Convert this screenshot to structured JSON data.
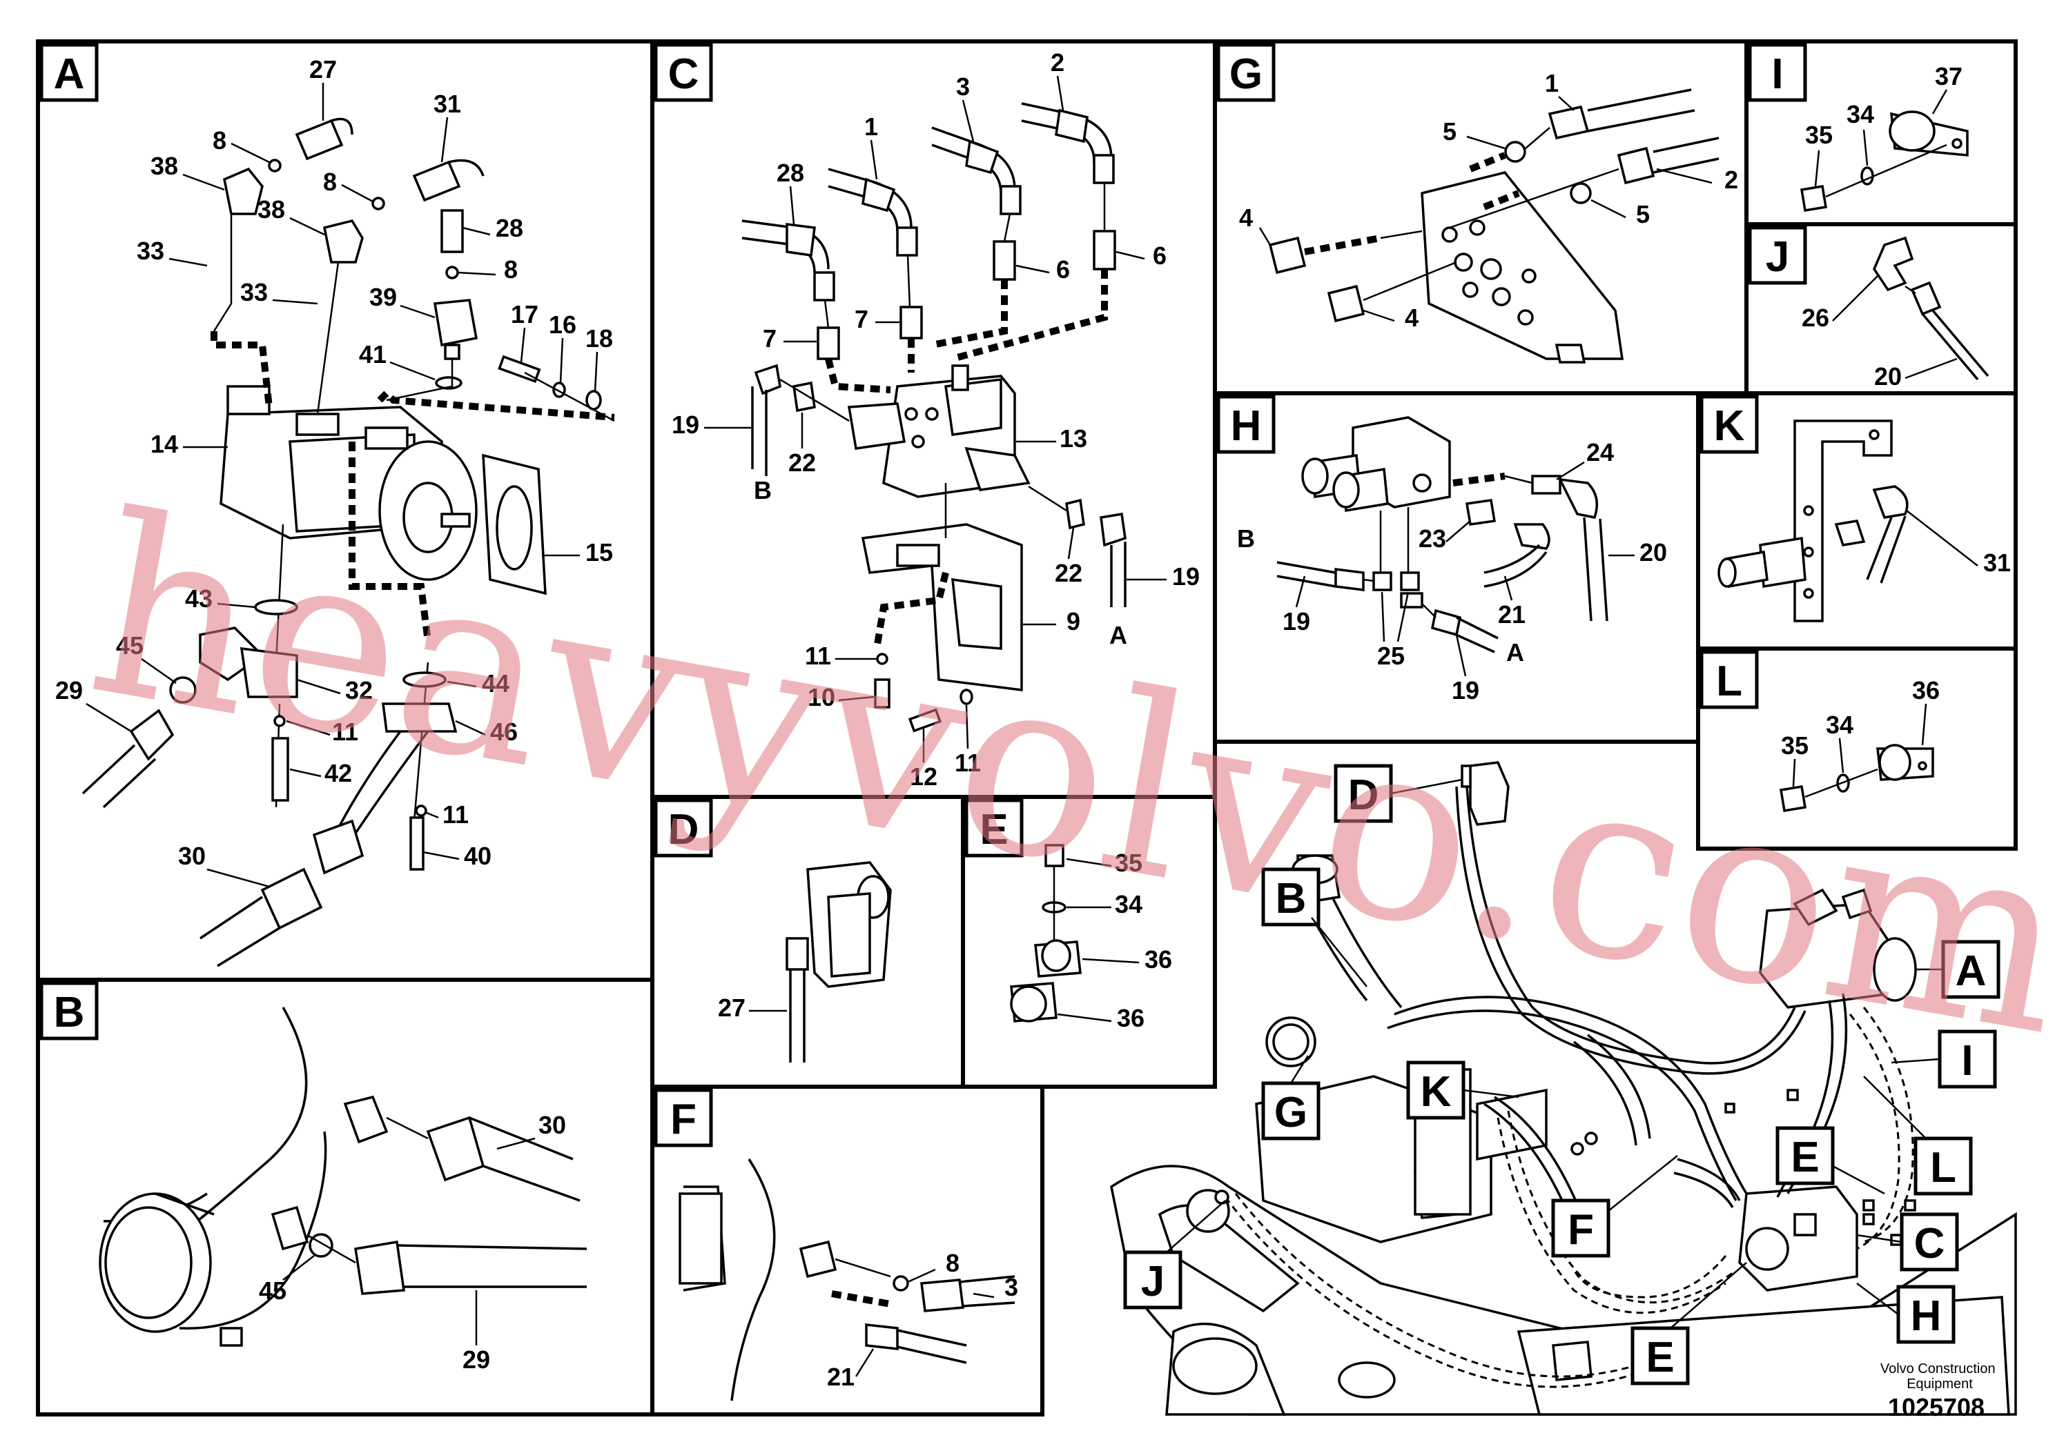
{
  "panels": {
    "A": {
      "label": "A",
      "numbers": [
        "27",
        "31",
        "8",
        "38",
        "8",
        "38",
        "28",
        "8",
        "33",
        "33",
        "39",
        "17",
        "16",
        "18",
        "41",
        "14",
        "15",
        "43",
        "45",
        "29",
        "32",
        "44",
        "11",
        "46",
        "42",
        "11",
        "30",
        "40"
      ]
    },
    "B": {
      "label": "B",
      "numbers": [
        "30",
        "45",
        "29"
      ]
    },
    "C": {
      "label": "C",
      "numbers": [
        "2",
        "3",
        "1",
        "28",
        "6",
        "6",
        "7",
        "7",
        "19",
        "22",
        "13",
        "22",
        "19",
        "9",
        "11",
        "10",
        "12",
        "11"
      ],
      "letters": [
        "B",
        "A"
      ]
    },
    "D": {
      "label": "D",
      "numbers": [
        "27"
      ]
    },
    "E": {
      "label": "E",
      "numbers": [
        "35",
        "34",
        "36",
        "36"
      ]
    },
    "F": {
      "label": "F",
      "numbers": [
        "8",
        "3",
        "21"
      ]
    },
    "G": {
      "label": "G",
      "numbers": [
        "1",
        "5",
        "2",
        "5",
        "4",
        "4"
      ]
    },
    "H": {
      "label": "H",
      "numbers": [
        "24",
        "23",
        "20",
        "19",
        "21",
        "25",
        "19"
      ],
      "letters": [
        "B",
        "A"
      ]
    },
    "I": {
      "label": "I",
      "numbers": [
        "37",
        "35",
        "34"
      ]
    },
    "J": {
      "label": "J",
      "numbers": [
        "26",
        "20"
      ]
    },
    "K": {
      "label": "K",
      "numbers": [
        "31"
      ]
    },
    "L": {
      "label": "L",
      "numbers": [
        "36",
        "35",
        "34"
      ]
    }
  },
  "overview_callouts": [
    "D",
    "B",
    "A",
    "I",
    "G",
    "K",
    "E",
    "L",
    "F",
    "C",
    "J",
    "H",
    "E"
  ],
  "footer": {
    "company": "Volvo Construction\nEquipment",
    "code": "1025708"
  },
  "watermark": "heavyvolvo.com",
  "colors": {
    "watermark": "#e07a82",
    "ink": "#000000"
  }
}
